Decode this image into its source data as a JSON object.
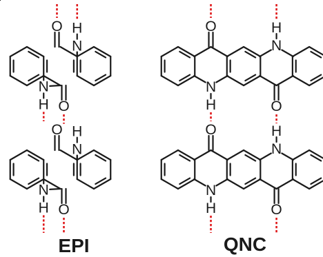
{
  "diagram": {
    "labels": {
      "left": "EPI",
      "right": "QNC"
    },
    "atoms": {
      "oxygen": "O",
      "nitrogen": "N",
      "hydrogen": "H"
    },
    "colors": {
      "bond": "#1a1a1a",
      "hbond": "#e0191b",
      "background": "#ffffff"
    }
  }
}
